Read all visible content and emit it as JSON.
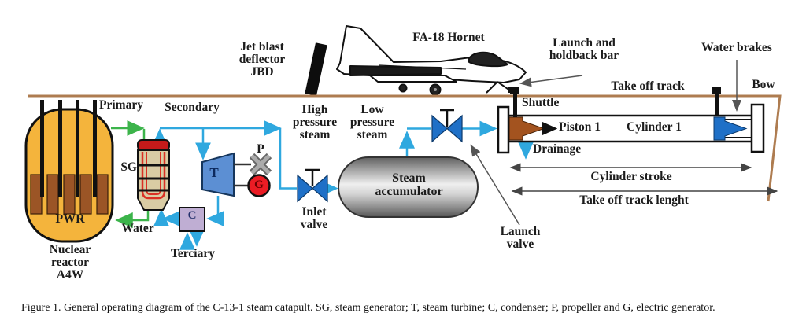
{
  "reactor": {
    "vessel_label": "PWR",
    "name": "Nuclear reactor A4W",
    "primary_loop": "Primary",
    "water_return": "Water"
  },
  "steam_generator": {
    "abbr": "SG",
    "secondary_loop": "Secondary",
    "terciary_loop": "Terciary"
  },
  "turbine_set": {
    "turbine": "T",
    "propeller": "P",
    "generator": "G",
    "condenser": "C"
  },
  "steam_path": {
    "high_pressure": "High pressure steam",
    "low_pressure": "Low pressure steam",
    "inlet_valve": "Inlet valve",
    "accumulator": "Steam accumulator",
    "launch_valve": "Launch valve"
  },
  "deck": {
    "jbd": "Jet blast deflector JBD",
    "aircraft": "FA-18 Hornet",
    "holdback": "Launch and holdback bar",
    "water_brakes": "Water brakes",
    "take_off_track": "Take off track",
    "bow": "Bow",
    "shuttle": "Shuttle",
    "piston": "Piston 1",
    "cylinder": "Cylinder 1",
    "drainage": "Drainage",
    "cylinder_stroke": "Cylinder stroke",
    "track_length": "Take off track lenght"
  },
  "caption": "Figure 1. General operating diagram of the C-13-1 steam catapult. SG, steam generator; T, steam turbine; C, condenser; P, propeller and G, electric generator.",
  "colors": {
    "steam_pipe": "#2FA8DF",
    "primary_pipe": "#3CB44B",
    "reactor_fill": "#F4B43C",
    "fuel_rod": "#9B5526",
    "sg_body": "#D9CCA4",
    "sg_cap": "#C51A1A",
    "sg_tube": "#D93025",
    "turbine_fill": "#5C8FD3",
    "generator_fill": "#EB1C24",
    "condenser_fill": "#BFAED3",
    "valve_fill": "#1F70C7",
    "piston_fill": "#A3531F",
    "brake_piston_fill": "#1F70C7",
    "deck_line": "#AE7C50"
  }
}
